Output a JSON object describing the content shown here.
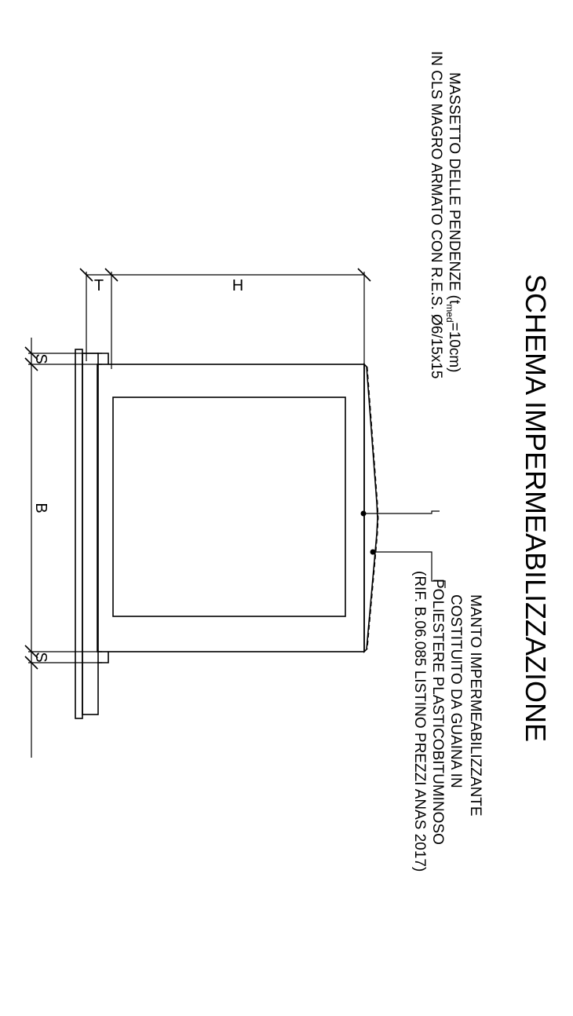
{
  "title": "SCHEMA IMPERMEABILIZZAZIONE",
  "note_screed": {
    "line1_prefix": "MASSETTO DELLE PENDENZE (t",
    "line1_sub": "med",
    "line1_suffix": "=10cm)",
    "line2": "IN CLS MAGRO ARMATO CON R.E.S. Ø6/15x15"
  },
  "note_membrane": {
    "lines": [
      "MANTO IMPERMEABILIZZANTE",
      "COSTITUITO DA GUAINA IN",
      "POLIESTERE PLASTICOBITUMINOSO",
      "(RIF. B.06.085 LISTINO PREZZI ANAS 2017)"
    ]
  },
  "dimensions": {
    "thickness_label": "T",
    "height_label": "H",
    "span_label": "B",
    "slab_left_label": "S",
    "slab_right_label": "S"
  }
}
